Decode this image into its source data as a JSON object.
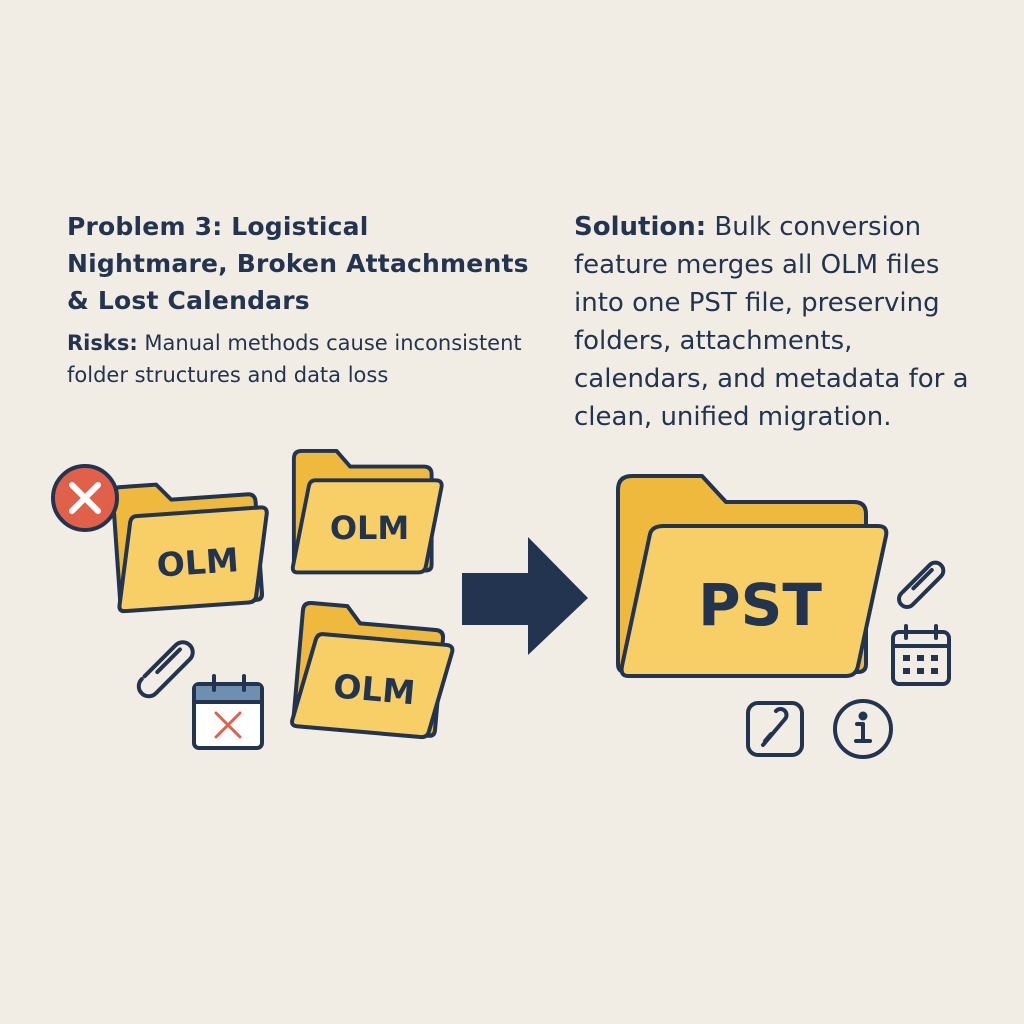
{
  "problem": {
    "title": "Problem 3: Logistical Nightmare, Broken Attachments & Lost Calendars",
    "risks_label": "Risks:",
    "risks_text": "Manual methods cause inconsistent folder structures and data loss"
  },
  "solution": {
    "label": "Solution:",
    "text": "Bulk conversion feature merges all OLM files into one PST file, preserving folders, attachments, calendars, and metadata for a clean, unified migration."
  },
  "illustration": {
    "source_folders": [
      "OLM",
      "OLM",
      "OLM"
    ],
    "target_folder": "PST",
    "colors": {
      "background": "#f1ede5",
      "navy": "#22344f",
      "folder_front": "#f7cf66",
      "folder_back": "#efb93e",
      "error_red": "#e0604a",
      "calendar_header": "#6f8fb0"
    }
  }
}
